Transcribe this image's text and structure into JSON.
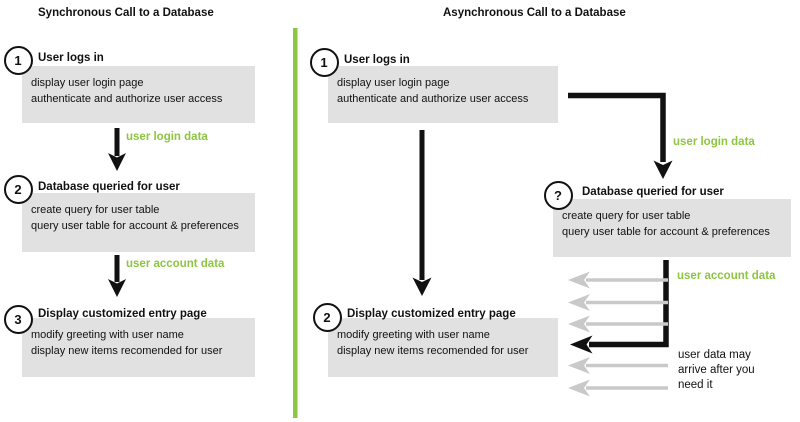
{
  "colors": {
    "accent_green": "#8dc63f",
    "box_gray": "#e1e1e1",
    "arrow_gray": "#c9c9c9",
    "arrow_black": "#111111"
  },
  "left_panel": {
    "title": "Synchronous Call to a Database",
    "steps": [
      {
        "num": "1",
        "heading": "User logs in",
        "line1": "display user login page",
        "line2": "authenticate and authorize user access"
      },
      {
        "num": "2",
        "heading": "Database queried for user",
        "line1": "create query for user table",
        "line2": "query user table for account & preferences"
      },
      {
        "num": "3",
        "heading": "Display customized entry page",
        "line1": "modify greeting with user name",
        "line2": "display new items recomended for user"
      }
    ],
    "labels": {
      "login": "user login data",
      "account": "user account data"
    }
  },
  "right_panel": {
    "title": "Asynchronous Call to a Database",
    "steps": [
      {
        "num": "1",
        "heading": "User logs in",
        "line1": "display user login page",
        "line2": "authenticate and authorize user access"
      },
      {
        "num": "?",
        "heading": "Database queried for user",
        "line1": "create query for user table",
        "line2": "query user table for account & preferences"
      },
      {
        "num": "2",
        "heading": "Display customized entry page",
        "line1": "modify greeting with user name",
        "line2": "display new items recomended for user"
      }
    ],
    "labels": {
      "login": "user login data",
      "account": "user account data",
      "note_line1": "user data may",
      "note_line2": "arrive after you",
      "note_line3": "need it"
    }
  }
}
